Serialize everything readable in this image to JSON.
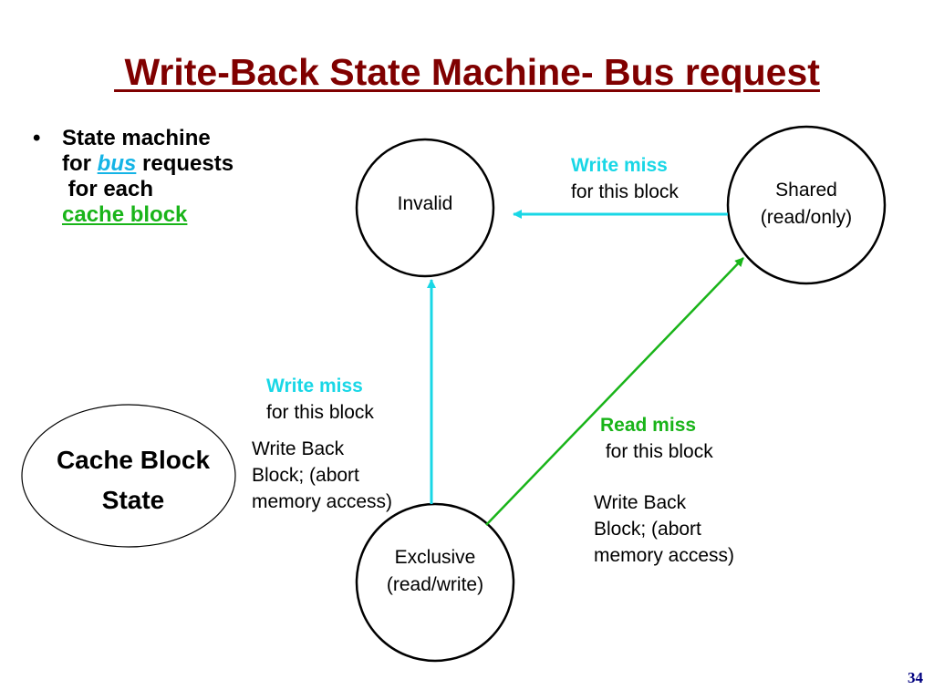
{
  "title": " Write-Back State Machine- Bus request",
  "bullet": {
    "marker": "•",
    "line1": "State machine",
    "for_word": "for ",
    "bus": "bus",
    "requests": " requests",
    "for_each": " for each",
    "cache_block": "cache block"
  },
  "states": {
    "invalid": "Invalid",
    "shared_line1": "Shared",
    "shared_line2": "(read/only)",
    "exclusive_line1": "Exclusive",
    "exclusive_line2": "(read/write)"
  },
  "legend": {
    "line1": "Cache Block",
    "line2": "State"
  },
  "transitions": {
    "shared_to_invalid": {
      "event": "Write miss",
      "detail": "for this block"
    },
    "exclusive_to_invalid": {
      "event": "Write miss",
      "detail": "for this block",
      "action1": "Write Back",
      "action2": "Block; (abort",
      "action3": "memory access)"
    },
    "exclusive_to_shared": {
      "event": "Read miss",
      "detail": " for this block",
      "action1": "Write Back",
      "action2": "Block; (abort",
      "action3": "memory access)"
    }
  },
  "colors": {
    "title": "#800000",
    "write_miss_arrow": "#19D7E6",
    "read_miss_arrow": "#19B419",
    "page_number": "#000080"
  },
  "page_number": "34"
}
